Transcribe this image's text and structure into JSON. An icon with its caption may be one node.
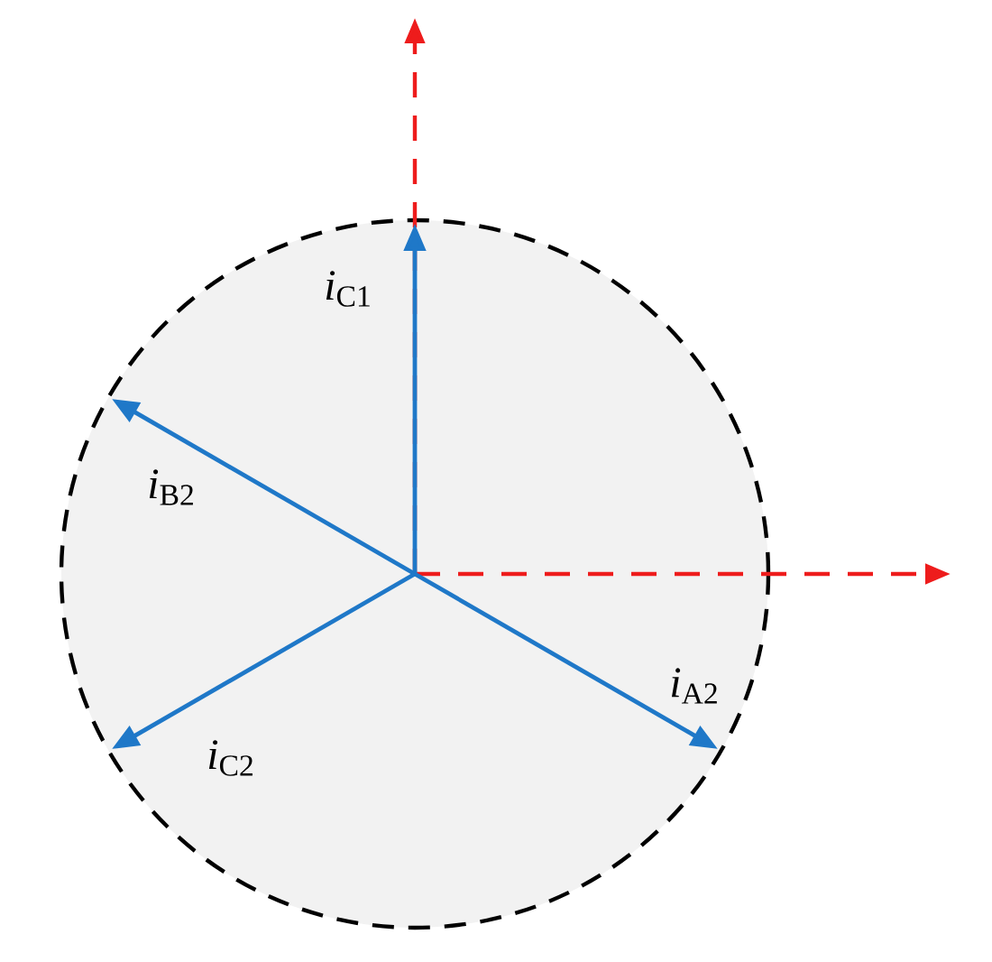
{
  "diagram": {
    "labels": [
      "*i*$_{C1}$",
      "*i*$_{B2}$",
      "*i*$_{A2}$",
      "*i*$_{C2}$"
    ]
  }
}
